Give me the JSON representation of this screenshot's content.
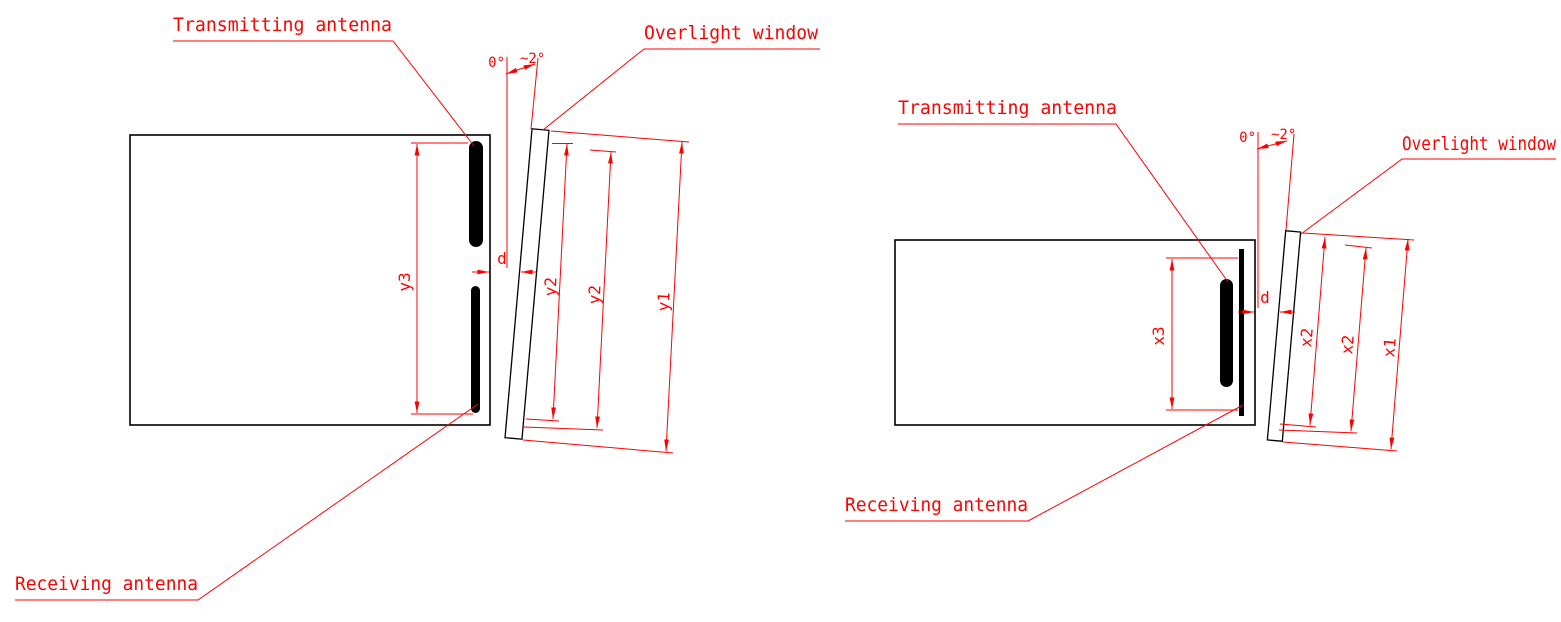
{
  "figure": {
    "type": "technical-drawing",
    "description": "Alignment diagram of transmitting/receiving antennas behind a tilted overlight window, shown in two orientations"
  },
  "colors": {
    "annotation": "#ff0000",
    "outline": "#000000",
    "background": "#ffffff"
  },
  "views": {
    "left": {
      "labels": {
        "transmitting": "Transmitting antenna",
        "overlight": "Overlight window",
        "receiving": "Receiving antenna"
      },
      "angle": {
        "zero": "0°",
        "range": "~2°"
      },
      "dims": {
        "d": "d",
        "y1": "y1",
        "y2a": "y2",
        "y2b": "y2",
        "y3": "y3"
      }
    },
    "right": {
      "labels": {
        "transmitting": "Transmitting antenna",
        "overlight": "Overlight window",
        "receiving": "Receiving antenna"
      },
      "angle": {
        "zero": "0°",
        "range": "~2°"
      },
      "dims": {
        "d": "d",
        "x1": "x1",
        "x2a": "x2",
        "x2b": "x2",
        "x3": "x3"
      }
    }
  }
}
